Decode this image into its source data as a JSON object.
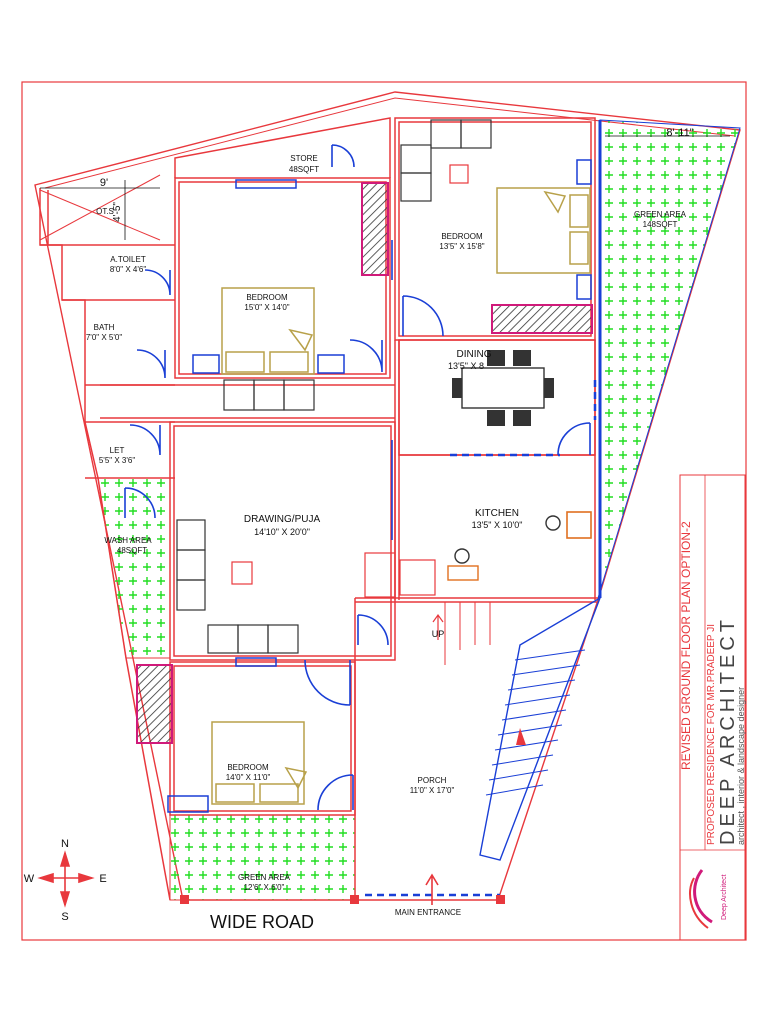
{
  "rooms": {
    "store": {
      "name": "STORE",
      "area": "48SQFT"
    },
    "ots": {
      "name": "OT.S",
      "width": "9'",
      "depth": "4'-5\""
    },
    "atoilet": {
      "name": "A.TOILET",
      "size": "8'0\" X 4'6\""
    },
    "bath": {
      "name": "BATH",
      "size": "7'0\" X 5'0\""
    },
    "let": {
      "name": "LET",
      "size": "5'5\" X 3'6\""
    },
    "wash": {
      "name": "WASH AREA",
      "area": "48SQFT"
    },
    "bedroom_top": {
      "name": "BEDROOM",
      "size": "15'0\" X 14'0\""
    },
    "bedroom_right": {
      "name": "BEDROOM",
      "size": "13'5\" X 15'8\""
    },
    "dining": {
      "name": "DINING",
      "size": "13'5\" X 8"
    },
    "green_right": {
      "name": "GREEN AREA",
      "area": "148SQFT",
      "width": "8'-11\""
    },
    "drawing": {
      "name": "DRAWING/PUJA",
      "size": "14'10\" X 20'0\""
    },
    "kitchen": {
      "name": "KITCHEN",
      "size": "13'5\" X 10'0\""
    },
    "bedroom_bottom": {
      "name": "BEDROOM",
      "size": "14'0\" X 11'0\""
    },
    "porch": {
      "name": "PORCH",
      "size": "11'0\" X 17'0\""
    },
    "green_bottom": {
      "name": "GREEN AREA",
      "size": "12'6\" X 6'0\""
    }
  },
  "stair_label": "UP",
  "road_label": "WIDE ROAD",
  "entrance_label": "MAIN ENTRANCE",
  "compass": {
    "n": "N",
    "s": "S",
    "e": "E",
    "w": "W"
  },
  "title_block": {
    "title": "REVISED GROUND FLOOR PLAN OPTION-2",
    "subtitle": "PROPOSED RESIDENCE FOR MR.PRADEEP JI",
    "firm": "DEEP ARCHITECT",
    "tagline": "architect , interior & landscape designer",
    "logo_text": "Deep Architect"
  },
  "colors": {
    "wall": "#e8383d",
    "door": "#1a3fd6",
    "furniture": "#3b3b3b",
    "bed": "#b8a14a",
    "green": "#22dd22",
    "hatch": "#333333",
    "accent": "#d01a7a"
  }
}
